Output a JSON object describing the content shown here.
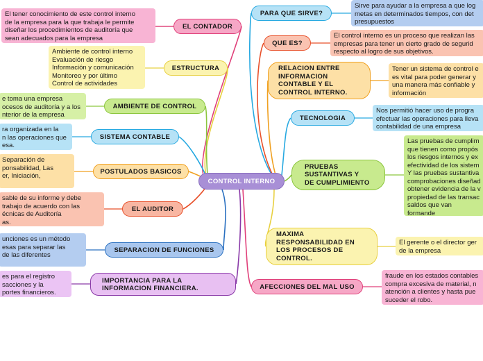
{
  "center": "CONTROL INTERNO",
  "left": {
    "contador": {
      "label": "EL CONTADOR",
      "note": "El tener conocimiento de este control interno\nde la empresa para la que trabaja le permite\ndiseñar los procedimientos de auditoría que\nsean adecuados para la empresa"
    },
    "estructura": {
      "label": "ESTRUCTURA",
      "note": "Ambiente de control interno\nEvaluación de riesgo\nInformación y comunicación\nMonitoreo y por último\nControl de actividades"
    },
    "ambiente": {
      "label": "AMBIENTE DE CONTROL",
      "note": "e toma una empresa\nocesos de auditoría y a los\nnterior de la empresa"
    },
    "sistema": {
      "label": "SISTEMA CONTABLE",
      "note": "ra organizada en la\nn las operaciones que\nesa."
    },
    "postulados": {
      "label": "POSTULADOS BASICOS",
      "note": "Separación de\nponsabilidad, Las\ner, Iniciación,"
    },
    "auditor": {
      "label": "EL AUDITOR",
      "note": "sable de su informe y debe\ntrabajo de acuerdo con las\nécnicas de Auditoría\nas."
    },
    "separacion": {
      "label": "SEPARACION DE FUNCIONES",
      "note": "unciones es un método\nesas para separar las\nde las diferentes"
    },
    "importancia": {
      "label": "IMPORTANCIA PARA LA\nINFORMACION FINANCIERA.",
      "note": "es para el registro\nsacciones y la\nportes financieros."
    }
  },
  "right": {
    "para": {
      "label": "PARA QUE SIRVE?",
      "note": "Sirve para ayudar a la empresa a que log\nmetas en determinados tiempos, con det\npresupuestos"
    },
    "que": {
      "label": "QUE ES?",
      "note": "El control interno es un proceso que realizan las\nempresas para tener un cierto grado de segurid\nrespecto al logro de sus objetivos."
    },
    "relacion": {
      "label": "RELACION ENTRE\nINFORMACION\nCONTABLE Y EL\nCONTROL INTERNO.",
      "note": "Tener un sistema de control e\nes vital para poder generar y\nuna manera más confiable y\ninformación"
    },
    "tecnologia": {
      "label": "TECNOLOGIA",
      "note": "Nos permitió hacer uso de progra\nefectuar las operaciones para lleva\ncontabilidad de una empresa"
    },
    "pruebas": {
      "label": "PRUEBAS\nSUSTANTIVAS Y\nDE CUMPLIMIENTO",
      "note": "Las pruebas de cumplim\nque tienen como propós\nlos riesgos internos y ex\nefectividad de los sistem\nY las pruebas sustantiva\ncomprobaciones diseñad\nobtener evidencia de la v\npropiedad de las transac\nsaldos que van formande\nfinancieros de una empr"
    },
    "maxima": {
      "label": "MAXIMA\nRESPONSABILIDAD EN\nLOS PROCESOS DE\nCONTROL.",
      "note": "El gerente o el director ger\nde la empresa"
    },
    "afecciones": {
      "label": "AFECCIONES DEL MAL USO",
      "note": "fraude en los estados contables\ncompra excesiva de material, n\natención a clientes y hasta pue\nsuceder el robo."
    }
  }
}
